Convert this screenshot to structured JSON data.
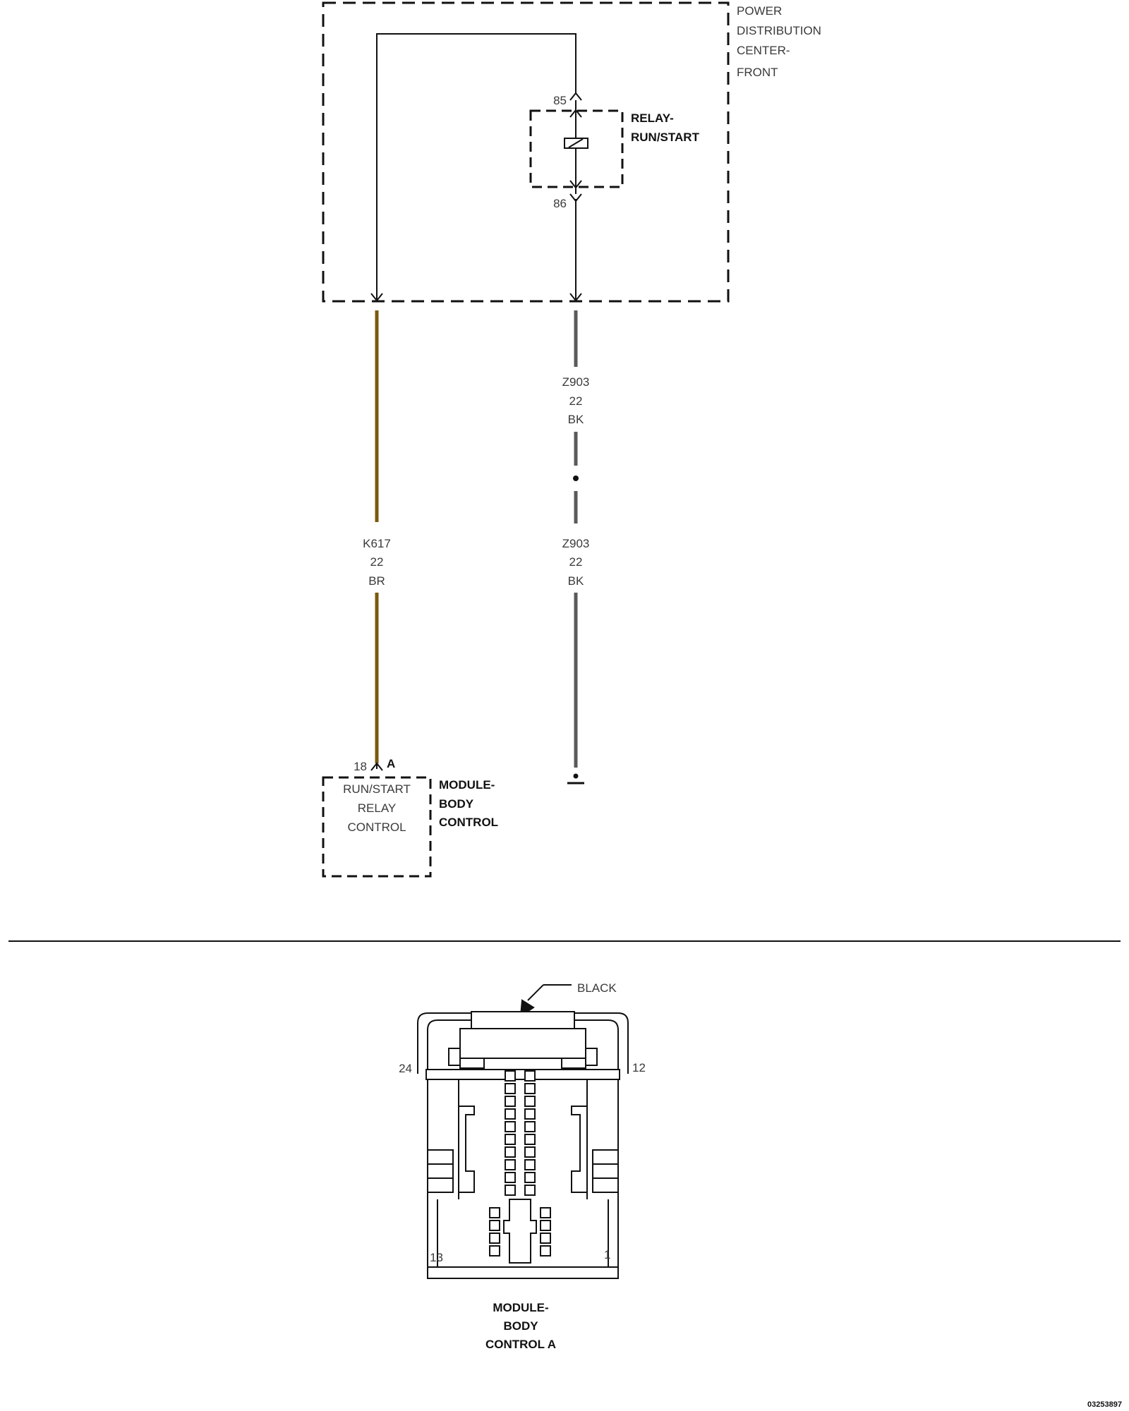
{
  "pdc": {
    "label_lines": [
      "POWER",
      "DISTRIBUTION",
      "CENTER-",
      "FRONT"
    ]
  },
  "relay": {
    "label_lines": [
      "RELAY-",
      "RUN/START"
    ],
    "pin_top": "85",
    "pin_bottom": "86"
  },
  "wire_k617": {
    "circuit": "K617",
    "gauge": "22",
    "color_code": "BR",
    "color_hex": "#7a5a0e"
  },
  "wire_z903": {
    "circuit": "Z903",
    "gauge": "22",
    "color_code": "BK",
    "color_hex": "#5a5a5a",
    "labels": [
      {
        "circuit": "Z903",
        "gauge": "22",
        "color_code": "BK"
      },
      {
        "circuit": "Z903",
        "gauge": "22",
        "color_code": "BK"
      }
    ]
  },
  "bcm": {
    "pin_number": "18",
    "connector_letter": "A",
    "function_lines": [
      "RUN/START",
      "RELAY",
      "CONTROL"
    ],
    "label_lines": [
      "MODULE-",
      "BODY",
      "CONTROL"
    ]
  },
  "connector_view": {
    "color_callout": "BLACK",
    "pin_top_left": "24",
    "pin_top_right": "12",
    "pin_bottom_left": "13",
    "pin_bottom_right": "1",
    "title_lines": [
      "MODULE-",
      "BODY",
      "CONTROL A"
    ]
  },
  "figure_id": "03253897"
}
